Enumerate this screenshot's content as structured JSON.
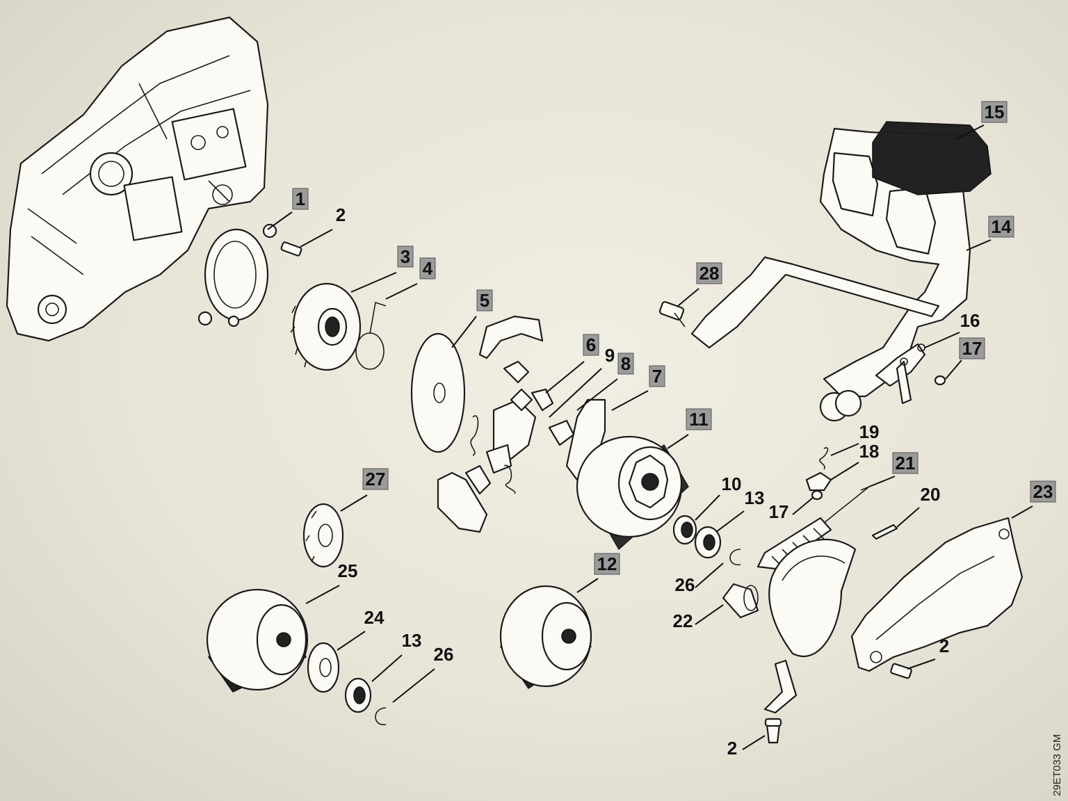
{
  "diagram": {
    "image_code": "29ET033 GM",
    "callouts": [
      {
        "id": "c1",
        "label": "1",
        "boxed": true
      },
      {
        "id": "c2a",
        "label": "2",
        "boxed": false
      },
      {
        "id": "c3",
        "label": "3",
        "boxed": true
      },
      {
        "id": "c4",
        "label": "4",
        "boxed": true
      },
      {
        "id": "c5",
        "label": "5",
        "boxed": true
      },
      {
        "id": "c6",
        "label": "6",
        "boxed": true
      },
      {
        "id": "c9",
        "label": "9",
        "boxed": false
      },
      {
        "id": "c8",
        "label": "8",
        "boxed": true
      },
      {
        "id": "c7",
        "label": "7",
        "boxed": true
      },
      {
        "id": "c11",
        "label": "11",
        "boxed": true
      },
      {
        "id": "c10",
        "label": "10",
        "boxed": false
      },
      {
        "id": "c13a",
        "label": "13",
        "boxed": false
      },
      {
        "id": "c12",
        "label": "12",
        "boxed": true
      },
      {
        "id": "c14",
        "label": "14",
        "boxed": true
      },
      {
        "id": "c15",
        "label": "15",
        "boxed": true
      },
      {
        "id": "c16",
        "label": "16",
        "boxed": false
      },
      {
        "id": "c17a",
        "label": "17",
        "boxed": true
      },
      {
        "id": "c28",
        "label": "28",
        "boxed": true
      },
      {
        "id": "c19",
        "label": "19",
        "boxed": false
      },
      {
        "id": "c18",
        "label": "18",
        "boxed": false
      },
      {
        "id": "c21",
        "label": "21",
        "boxed": true
      },
      {
        "id": "c17b",
        "label": "17",
        "boxed": false
      },
      {
        "id": "c20",
        "label": "20",
        "boxed": false
      },
      {
        "id": "c23",
        "label": "23",
        "boxed": true
      },
      {
        "id": "c27",
        "label": "27",
        "boxed": true
      },
      {
        "id": "c25",
        "label": "25",
        "boxed": false
      },
      {
        "id": "c24",
        "label": "24",
        "boxed": false
      },
      {
        "id": "c13b",
        "label": "13",
        "boxed": false
      },
      {
        "id": "c26a",
        "label": "26",
        "boxed": false
      },
      {
        "id": "c26b",
        "label": "26",
        "boxed": false
      },
      {
        "id": "c22",
        "label": "22",
        "boxed": false
      },
      {
        "id": "c2b",
        "label": "2",
        "boxed": false
      },
      {
        "id": "c2c",
        "label": "2",
        "boxed": false
      }
    ]
  }
}
